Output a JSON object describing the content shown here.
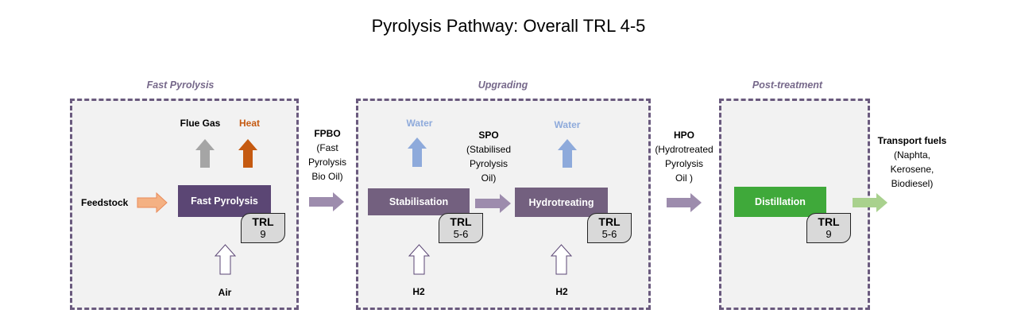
{
  "title": "Pyrolysis Pathway: Overall TRL 4-5",
  "stages": {
    "fast_pyrolysis": "Fast Pyrolysis",
    "upgrading": "Upgrading",
    "post_treatment": "Post-treatment"
  },
  "processes": {
    "fast_pyrolysis": {
      "label": "Fast Pyrolysis",
      "trl_label": "TRL",
      "trl": "9"
    },
    "stabilisation": {
      "label": "Stabilisation",
      "trl_label": "TRL",
      "trl": "5-6"
    },
    "hydrotreating": {
      "label": "Hydrotreating",
      "trl_label": "TRL",
      "trl": "5-6"
    },
    "distillation": {
      "label": "Distillation",
      "trl_label": "TRL",
      "trl": "9"
    }
  },
  "inputs": {
    "feedstock": "Feedstock",
    "air": "Air",
    "h2_1": "H2",
    "h2_2": "H2"
  },
  "outputs": {
    "flue_gas": "Flue Gas",
    "heat": "Heat",
    "water_1": "Water",
    "water_2": "Water"
  },
  "intermediates": {
    "fpbo": {
      "code": "FPBO",
      "desc": [
        "(Fast",
        "Pyrolysis",
        "Bio Oil)"
      ]
    },
    "spo": {
      "code": "SPO",
      "desc": [
        "(Stabilised",
        "Pyrolysis",
        "Oil)"
      ]
    },
    "hpo": {
      "code": "HPO",
      "desc": [
        "(Hydrotreated",
        "Pyrolysis",
        "Oil )"
      ]
    },
    "fuels": {
      "code": "Transport fuels",
      "desc": [
        "(Naphta,",
        "Kerosene,",
        "Biodiesel)"
      ]
    }
  },
  "colors": {
    "fast_pyrolysis": "#5b4674",
    "upgrading_process": "#73607f",
    "distillation": "#3fa93a",
    "heat": "#c55a11",
    "water": "#8eaadb",
    "flow_arrow": "#9d8cad",
    "fuel_arrow": "#a9d18e"
  }
}
